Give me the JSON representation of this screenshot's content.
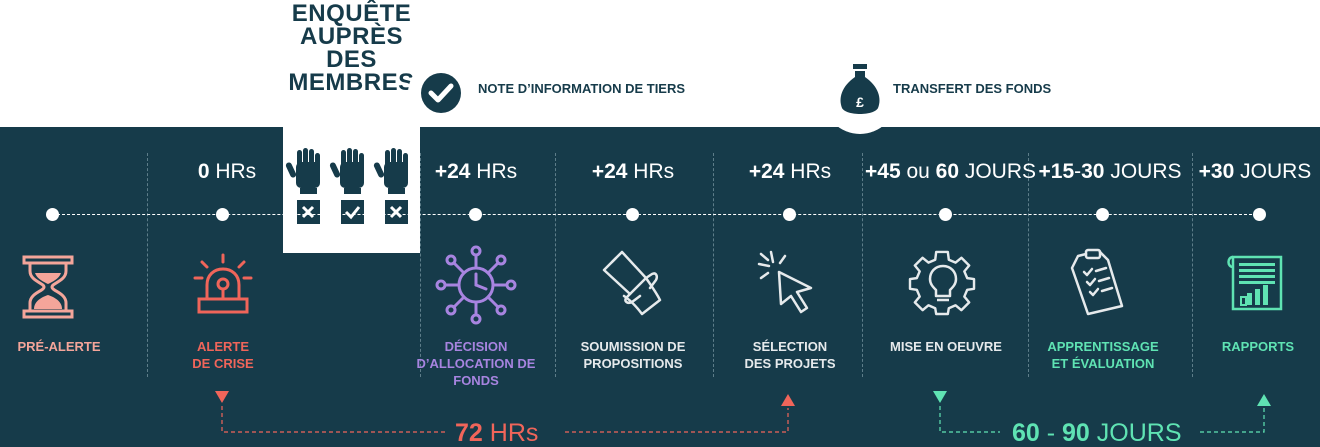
{
  "survey": {
    "title_lines": [
      "ENQUÊTE",
      "AUPRÈS",
      "DES",
      "MEMBRES"
    ]
  },
  "notes": {
    "info_note": "NOTE D’INFORMATION DE TIERS",
    "funds_transfer": "TRANSFERT DES FONDS",
    "currency_symbol": "£"
  },
  "times": [
    {
      "bold": "0",
      "light": " HRs"
    },
    {
      "bold": "+24",
      "light": " HRs"
    },
    {
      "bold": "+24",
      "light": " HRs"
    },
    {
      "bold": "+24",
      "light": " HRs"
    },
    {
      "bold": "+45",
      "mid": " ou ",
      "bold2": "60",
      "light": " JOURS"
    },
    {
      "bold": "+15",
      "mid": "-",
      "bold2": "30",
      "light": " JOURS"
    },
    {
      "bold": "+30",
      "light": " JOURS"
    }
  ],
  "stages": [
    {
      "lines": [
        "PRÉ-ALERTE"
      ],
      "color": "#f4a59a",
      "icon": "hourglass-icon"
    },
    {
      "lines": [
        "ALERTE",
        "DE CRISE"
      ],
      "color": "#f0655a",
      "icon": "alarm-siren-icon"
    },
    {
      "lines": [
        "DÉCISION",
        "D’ALLOCATION DE",
        "FONDS"
      ],
      "color": "#a784e0",
      "icon": "allocation-network-icon"
    },
    {
      "lines": [
        "SOUMISSION DE",
        "PROPOSITIONS"
      ],
      "color": "#e6eaec",
      "icon": "document-hand-icon"
    },
    {
      "lines": [
        "SÉLECTION",
        "DES PROJETS"
      ],
      "color": "#e6eaec",
      "icon": "cursor-click-icon"
    },
    {
      "lines": [
        "MISE EN OEUVRE"
      ],
      "color": "#e6eaec",
      "icon": "gear-lightbulb-icon"
    },
    {
      "lines": [
        "APPRENTISSAGE",
        "ET ÉVALUATION"
      ],
      "color": "#5fe3b3",
      "icon": "checklist-icon"
    },
    {
      "lines": [
        "RAPPORTS"
      ],
      "color": "#5fe3b3",
      "icon": "report-chart-icon"
    }
  ],
  "brackets": {
    "hours": {
      "bold": "72",
      "light": " HRs",
      "color": "#f0655a"
    },
    "days": {
      "bold1": "60",
      "mid": " - ",
      "bold2": "90",
      "light": " JOURS",
      "color": "#5fe3b3"
    }
  },
  "colors": {
    "band": "#163b4a",
    "coral": "#f0655a",
    "salmon": "#f4a59a",
    "purple": "#a784e0",
    "mint": "#5fe3b3"
  }
}
